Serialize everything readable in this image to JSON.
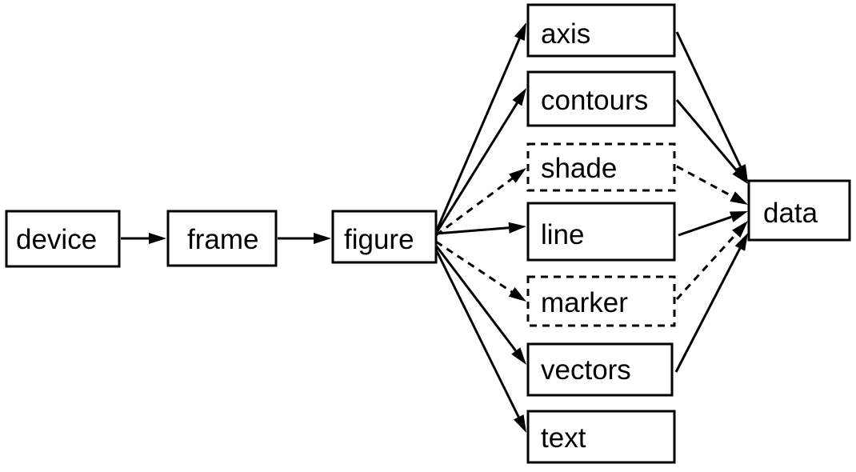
{
  "nodes": {
    "device": {
      "label": "device",
      "style": "solid"
    },
    "frame": {
      "label": "frame",
      "style": "solid"
    },
    "figure": {
      "label": "figure",
      "style": "solid"
    },
    "axis": {
      "label": "axis",
      "style": "solid"
    },
    "contours": {
      "label": "contours",
      "style": "solid"
    },
    "shade": {
      "label": "shade",
      "style": "dashed"
    },
    "line": {
      "label": "line",
      "style": "solid"
    },
    "marker": {
      "label": "marker",
      "style": "dashed"
    },
    "vectors": {
      "label": "vectors",
      "style": "solid"
    },
    "text": {
      "label": "text",
      "style": "solid"
    },
    "data": {
      "label": "data",
      "style": "solid"
    }
  },
  "edges": [
    {
      "from": "device",
      "to": "frame",
      "style": "solid"
    },
    {
      "from": "frame",
      "to": "figure",
      "style": "solid"
    },
    {
      "from": "figure",
      "to": "axis",
      "style": "solid"
    },
    {
      "from": "figure",
      "to": "contours",
      "style": "solid"
    },
    {
      "from": "figure",
      "to": "shade",
      "style": "dashed"
    },
    {
      "from": "figure",
      "to": "line",
      "style": "solid"
    },
    {
      "from": "figure",
      "to": "marker",
      "style": "dashed"
    },
    {
      "from": "figure",
      "to": "vectors",
      "style": "solid"
    },
    {
      "from": "figure",
      "to": "text",
      "style": "solid"
    },
    {
      "from": "axis",
      "to": "data",
      "style": "solid"
    },
    {
      "from": "contours",
      "to": "data",
      "style": "solid"
    },
    {
      "from": "shade",
      "to": "data",
      "style": "dashed"
    },
    {
      "from": "line",
      "to": "data",
      "style": "solid"
    },
    {
      "from": "marker",
      "to": "data",
      "style": "dashed"
    },
    {
      "from": "vectors",
      "to": "data",
      "style": "solid"
    }
  ]
}
